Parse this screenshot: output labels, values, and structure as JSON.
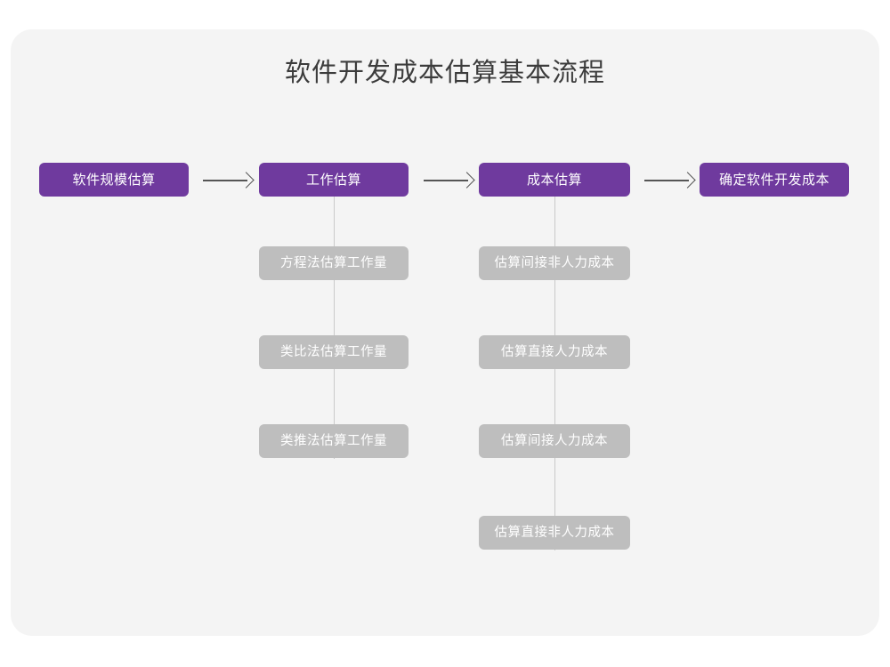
{
  "page": {
    "title": "软件开发成本估算基本流程",
    "background_color": "#ffffff",
    "card_color": "#f4f4f4",
    "primary_color": "#6f3a9e",
    "secondary_color": "#bebebe",
    "connector_color": "#c9c9c9",
    "arrow_color": "#555555",
    "title_color": "#3c3c3c"
  },
  "flow": {
    "main_steps": [
      {
        "label": "软件规模估算"
      },
      {
        "label": "工作估算"
      },
      {
        "label": "成本估算"
      },
      {
        "label": "确定软件开发成本"
      }
    ],
    "arrows": [
      {
        "name": "arrow-scale-to-effort",
        "glyph": "→"
      },
      {
        "name": "arrow-effort-to-cost",
        "glyph": "→"
      },
      {
        "name": "arrow-cost-to-final",
        "glyph": "→"
      }
    ],
    "effort_substeps": [
      {
        "label": "方程法估算工作量"
      },
      {
        "label": "类比法估算工作量"
      },
      {
        "label": "类推法估算工作量"
      }
    ],
    "cost_substeps": [
      {
        "label": "估算间接非人力成本"
      },
      {
        "label": "估算直接人力成本"
      },
      {
        "label": "估算间接人力成本"
      },
      {
        "label": "估算直接非人力成本"
      }
    ]
  }
}
